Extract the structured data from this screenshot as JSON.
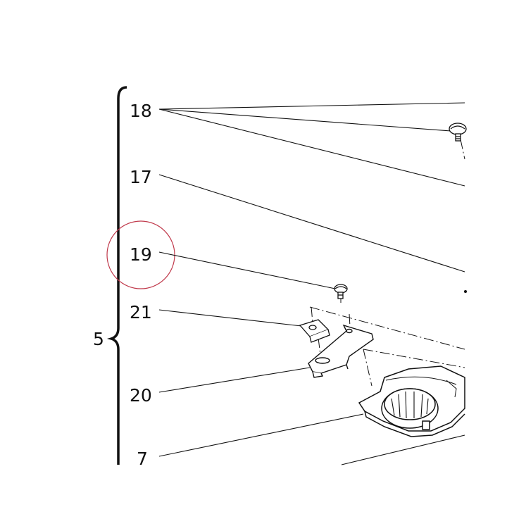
{
  "diagram": {
    "callouts": [
      {
        "id": "18",
        "text": "18"
      },
      {
        "id": "17",
        "text": "17"
      },
      {
        "id": "19",
        "text": "19"
      },
      {
        "id": "21",
        "text": "21"
      },
      {
        "id": "20",
        "text": "20"
      },
      {
        "id": "7",
        "text": "7"
      }
    ],
    "group_label": "5",
    "highlight_color": "#c0394b",
    "line_color": "#111111"
  }
}
